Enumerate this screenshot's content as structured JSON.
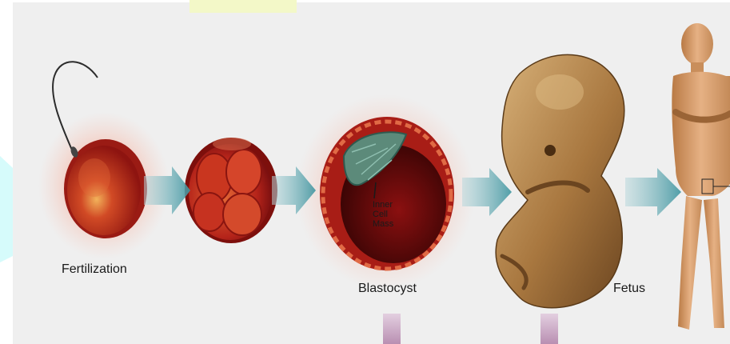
{
  "labels": {
    "fertilization": "Fertilization",
    "blastocyst": "Blastocyst",
    "fetus": "Fetus",
    "inner_cell_mass": [
      "Inner",
      "Cell",
      "Mass"
    ]
  },
  "colors": {
    "background": "#eeeeee",
    "arrow": "#4f9ea8",
    "embryo_red": "#b8231a",
    "fetus_tan": "#b88a4f",
    "adult_skin": "#d9a373",
    "halo": "#f4b3a0",
    "highlight_yellow": "#f2f7c6",
    "highlight_cyan": "#d6fbfb",
    "tube_violet": "#c8a2bf"
  },
  "icons": [
    "sperm-icon",
    "zygote-icon",
    "morula-icon",
    "blastocyst-icon",
    "fetus-icon",
    "adult-figure-icon"
  ]
}
